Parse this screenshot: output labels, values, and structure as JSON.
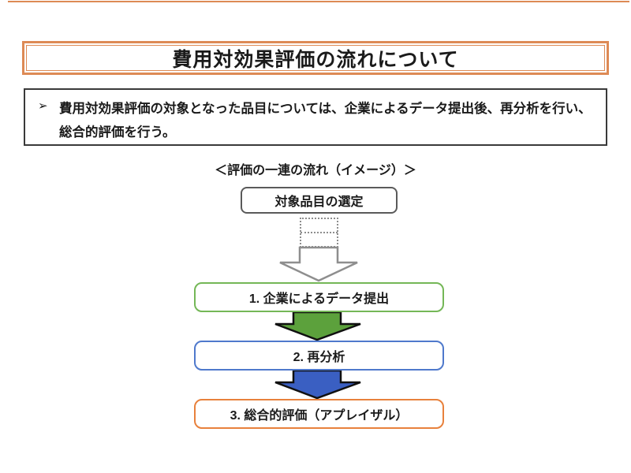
{
  "header": {
    "title": "費用対効果評価の流れについて"
  },
  "summary": {
    "bullet_icon": "➢",
    "lines": [
      "費用対効果評価の対象となった品目については、企業によるデータ提出後、再分析を行い、",
      "総合的評価を行う。"
    ]
  },
  "flow": {
    "heading": "＜評価の一連の流れ（イメージ）＞",
    "start_label": "対象品目の選定",
    "steps": [
      {
        "label": "1. 企業によるデータ提出"
      },
      {
        "label": "2. 再分析"
      },
      {
        "label": "3. 総合的評価（アプレイザル）"
      }
    ]
  },
  "colors": {
    "text": "#1A1A1A",
    "frame-orange": "#DD8A55",
    "summary-border": "#3A3A3A",
    "start-border": "#5A5A5A",
    "connector-gray": "#8E8E8E",
    "step1-green": "#74B757",
    "step2-blue": "#4F79CC",
    "step3-orange": "#E8813C",
    "arrow-green": "#5CA13C",
    "arrow-blue": "#3A5FC2",
    "arrow-outline": "#101010"
  }
}
